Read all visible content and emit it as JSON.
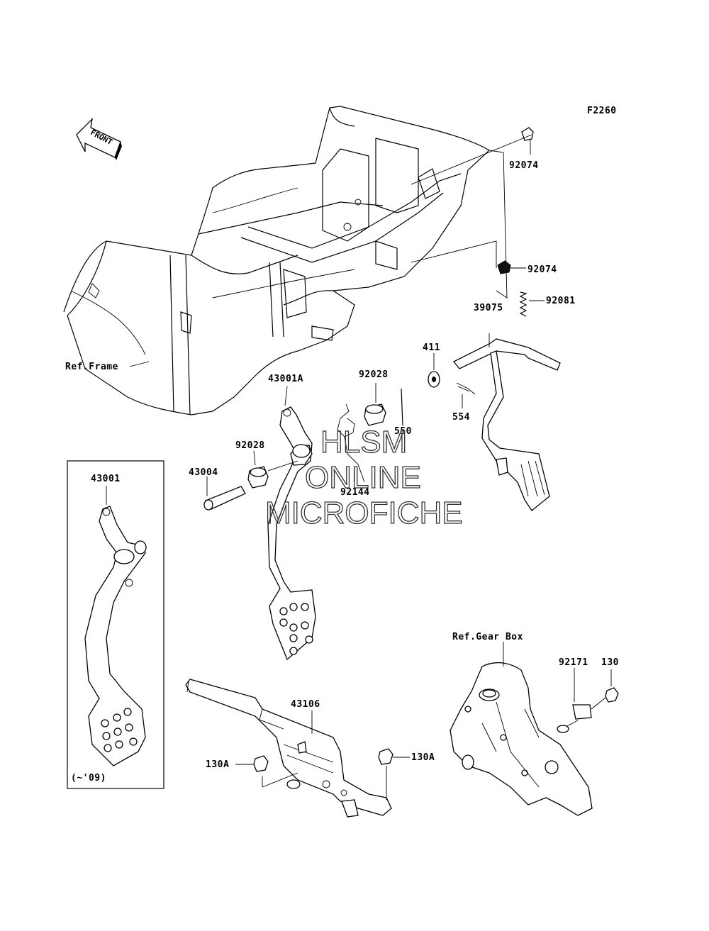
{
  "diagram_id": "F2260",
  "front_label": "FRONT",
  "references": {
    "frame": "Ref.Frame",
    "gearbox": "Ref.Gear Box"
  },
  "inset_note": "(~'09)",
  "watermark": {
    "line1": "HLSM",
    "line2": "ONLINE",
    "line3": "MICROFICHE"
  },
  "parts": [
    {
      "id": "p92074a",
      "number": "92074"
    },
    {
      "id": "p92074b",
      "number": "92074"
    },
    {
      "id": "p92081",
      "number": "92081"
    },
    {
      "id": "p39075",
      "number": "39075"
    },
    {
      "id": "p411",
      "number": "411"
    },
    {
      "id": "p554",
      "number": "554"
    },
    {
      "id": "p43001A",
      "number": "43001A"
    },
    {
      "id": "p92028a",
      "number": "92028"
    },
    {
      "id": "p550",
      "number": "550"
    },
    {
      "id": "p92028b",
      "number": "92028"
    },
    {
      "id": "p43004",
      "number": "43004"
    },
    {
      "id": "p92144",
      "number": "92144"
    },
    {
      "id": "p43001",
      "number": "43001"
    },
    {
      "id": "p43106",
      "number": "43106"
    },
    {
      "id": "p130Aa",
      "number": "130A"
    },
    {
      "id": "p130Ab",
      "number": "130A"
    },
    {
      "id": "p92171",
      "number": "92171"
    },
    {
      "id": "p130",
      "number": "130"
    }
  ]
}
